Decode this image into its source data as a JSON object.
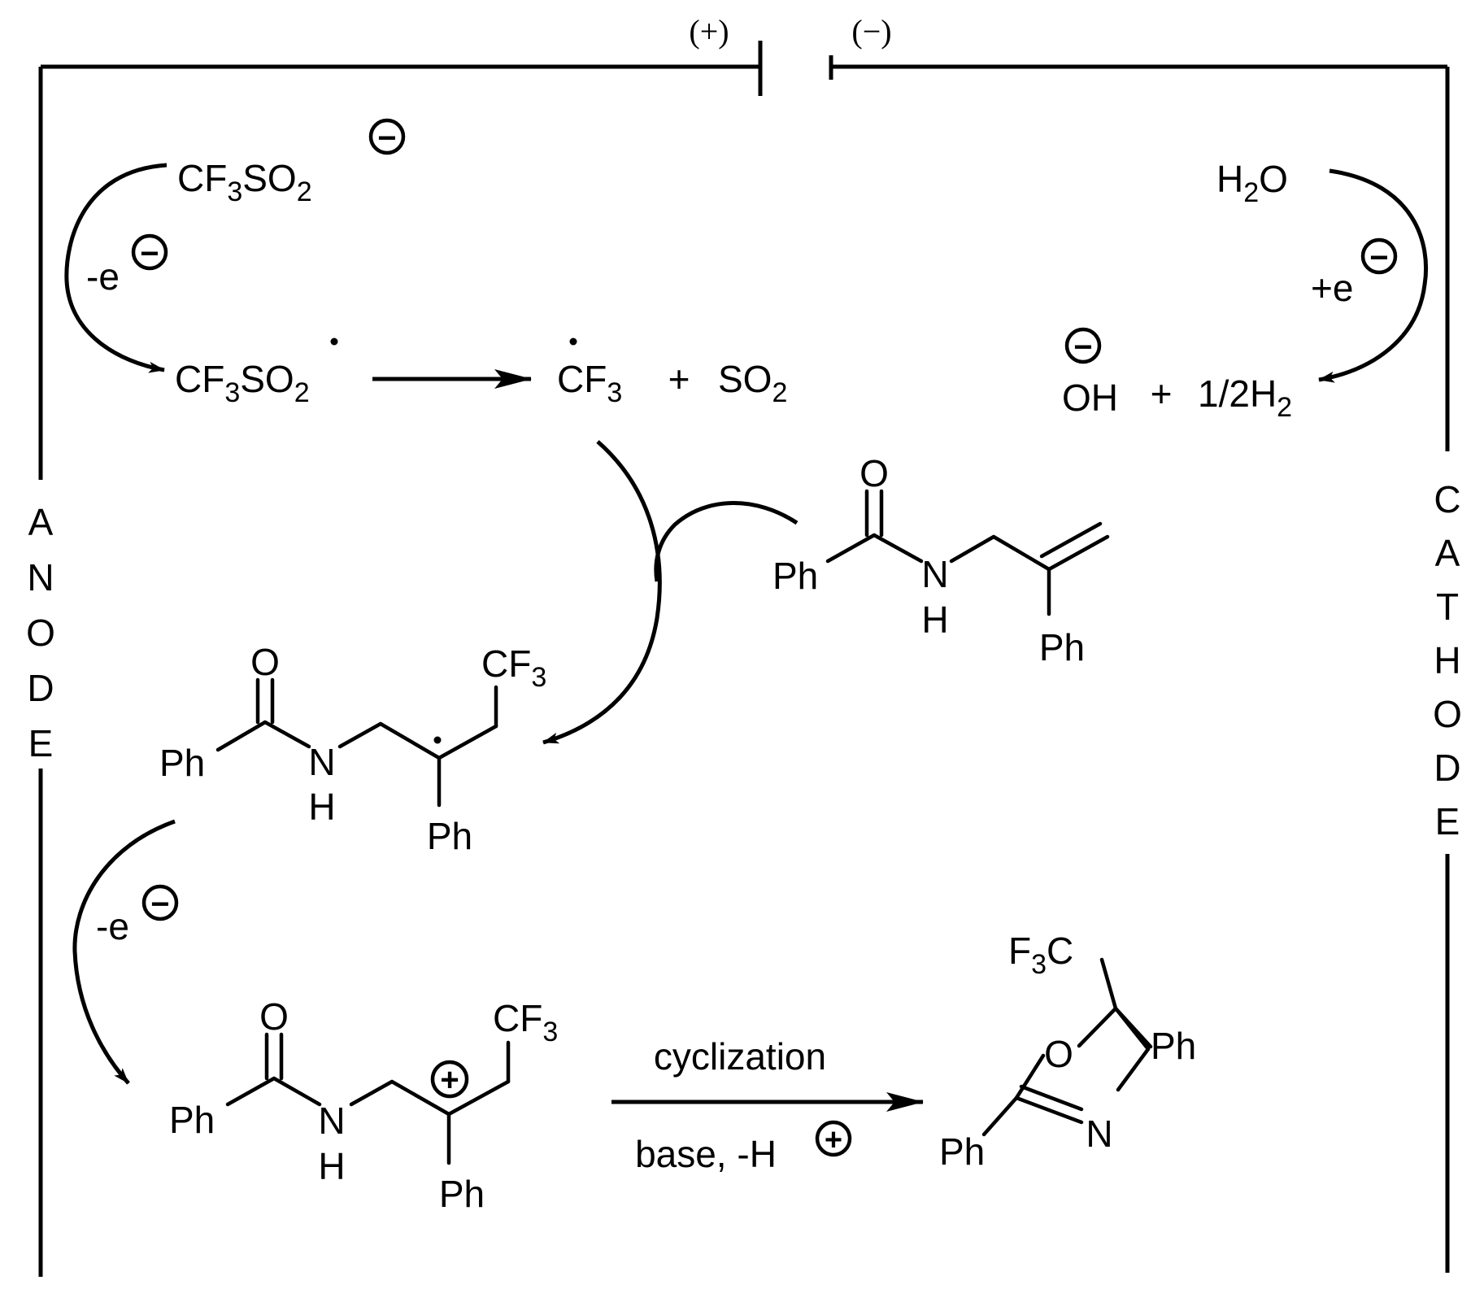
{
  "electrodes": {
    "anode_letters": [
      "A",
      "N",
      "O",
      "D",
      "E"
    ],
    "cathode_letters": [
      "C",
      "A",
      "T",
      "H",
      "O",
      "D",
      "E"
    ],
    "positive": "(+)",
    "negative": "(−)"
  },
  "anode_step1": {
    "reactant_main": "CF",
    "reactant_sub1": "3",
    "reactant_mid": "SO",
    "reactant_sub2": "2",
    "reactant_charge": "−",
    "electron": "-e",
    "electron_charge": "−",
    "product_main": "CF",
    "product_sub1": "3",
    "product_mid": "SO",
    "product_sub2": "2"
  },
  "fragmentation": {
    "radical_main": "CF",
    "radical_sub": "3",
    "plus": "+",
    "gas_main": "SO",
    "gas_sub": "2"
  },
  "cathode": {
    "water_h": "H",
    "water_sub": "2",
    "water_o": "O",
    "electron": "+e",
    "electron_charge": "−",
    "hydroxide_charge": "−",
    "hydroxide": "OH",
    "plus": "+",
    "hydrogen": "1/2H",
    "hydrogen_sub": "2"
  },
  "substrate": {
    "O": "O",
    "Ph": "Ph",
    "N": "N",
    "H": "H",
    "Ph2": "Ph"
  },
  "radical_intermediate": {
    "O": "O",
    "Ph": "Ph",
    "N": "N",
    "H": "H",
    "CF3_main": "CF",
    "CF3_sub": "3",
    "Ph2": "Ph"
  },
  "anode_step2": {
    "electron": "-e",
    "electron_charge": "−"
  },
  "cation_intermediate": {
    "O": "O",
    "Ph": "Ph",
    "N": "N",
    "H": "H",
    "CF3_main": "CF",
    "CF3_sub": "3",
    "charge": "+",
    "Ph2": "Ph"
  },
  "final_step": {
    "condition_top": "cyclization",
    "condition_bottom": "base, -H",
    "condition_charge": "+"
  },
  "product": {
    "F3C_F": "F",
    "F3C_sub": "3",
    "F3C_C": "C",
    "Ph_quat": "Ph",
    "O": "O",
    "N": "N",
    "Ph": "Ph"
  }
}
